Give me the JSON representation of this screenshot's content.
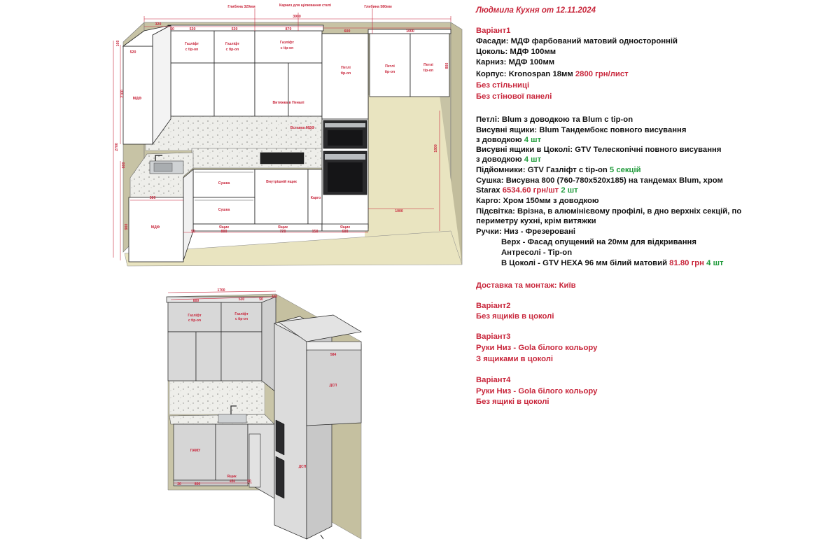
{
  "top_view": {
    "dims": {
      "overall": "3900",
      "upper_depth": "Глибина 320мм",
      "cornice_note": "Карниз для щілювання стелі",
      "tall_depth": "Глибина 580мм",
      "w320": "320",
      "w50": "50",
      "w530a": "530",
      "w530b": "530",
      "w870": "870",
      "w600": "600",
      "w1000": "1000",
      "h100": "100",
      "h520": "520",
      "h2100": "2100",
      "h2700": "2700",
      "h600": "600",
      "h900": "900",
      "h800r": "800",
      "h1800": "1800",
      "w580": "580",
      "b50a": "50",
      "b800": "800",
      "b720": "720",
      "b150": "150",
      "b600": "600",
      "b1000": "1000"
    },
    "labels": {
      "mdf_tall": "МДФ",
      "gaz1a": "Газліфт",
      "gaz1b": "с tip-on",
      "gaz2a": "Газліфт",
      "gaz2b": "с tip-on",
      "gaz3a": "Газліфт",
      "gaz3b": "с tip-on",
      "vytyazhka": "Витяжка в Пеналі",
      "vstavka": "Вставка МДФ",
      "tip1a": "Петлі",
      "tip1b": "tip-on",
      "tip2a": "Петлі",
      "tip2b": "tip-on",
      "tip3a": "Петлі",
      "tip3b": "tip-on",
      "sushka1": "Сушка",
      "vnutr": "Внутрішній ящик",
      "sushka2": "Сушка",
      "kargo": "Карго",
      "yashchyk1": "Ящик",
      "yashchyk2": "Ящик",
      "yashchyk3": "Ящик",
      "mdf_low": "МДФ"
    }
  },
  "bottom_view": {
    "dims": {
      "w1700": "1700",
      "w800": "800",
      "w530": "530",
      "w50": "50",
      "w320": "320",
      "w584": "584",
      "b20": "20",
      "b800": "800",
      "b450": "450",
      "b50": "50"
    },
    "labels": {
      "gaz1a": "Газліфт",
      "gaz1b": "с tip-on",
      "gaz2a": "Газліфт",
      "gaz2b": "с tip-on",
      "dsp_top": "ДСП",
      "dsp_tall": "ДСП",
      "pamy": "ПАМУ",
      "yashchyk": "Ящик"
    }
  },
  "spec": {
    "title": "Людмила Кухня от 12.11.2024",
    "v1_header": "Варіант1",
    "facades": "Фасади: МДФ фарбований матовий односторонній",
    "plinth": "Цоколь: МДФ 100мм",
    "cornice": "Карниз: МДФ 100мм",
    "corpus_label": "Корпус: Kronospan 18мм",
    "corpus_price": "2800 грн/лист",
    "no_worktop": "Без стільниці",
    "no_wallpanel": "Без стінової панелі",
    "hinges": "Петлі: Blum з доводкою та Blum с tip-on",
    "drawers_a": "Висувні ящики: Blum Тандембокс повного висування",
    "drawers_b": "з доводкою",
    "drawers_qty": "4 шт",
    "plinth_drawers_a": "Висувні ящики в Цоколі: GTV Телескопічні повного висування",
    "plinth_drawers_b": "з доводкою",
    "plinth_drawers_qty": "4 шт",
    "lifts_label": "Підйомники: GTV Газліфт с tip-on",
    "lifts_qty": "5 секцій",
    "dryer_a": "Сушка: Висувна 800 (760-780x520x185) на тандемах Blum, хром",
    "dryer_b": "Starax",
    "dryer_price": "6534.60 грн/шт",
    "dryer_qty": "2 шт",
    "cargo": "Карго: Хром 150мм з доводкою",
    "light_a": "Підсвітка: Врізна, в алюмінієвому профілі, в дно верхніх секцій, по",
    "light_b": "периметру кухні, крім витяжки",
    "handles_a": "Ручки: Низ - Фрезеровані",
    "handles_b": "Верх - Фасад опущений на 20мм для відкривання",
    "handles_c": "Антресолі - Tip-on",
    "handles_d": "В Цоколі - GTV HEXA 96 мм білий матовий",
    "handles_price": "81.80 грн",
    "handles_qty": "4 шт",
    "delivery": "Доставка та монтаж: Київ",
    "v2_header": "Варіант2",
    "v2_text": "Без ящиків в цоколі",
    "v3_header": "Варіант3",
    "v3_text1": "Руки Низ - Gola білого кольору",
    "v3_text2": "З ящиками в цоколі",
    "v4_header": "Варіант4",
    "v4_text1": "Руки Низ - Gola білого кольору",
    "v4_text2": "Без ящикі в цоколі"
  },
  "colors": {
    "wall": "#c7c3a5",
    "floor": "#e9e4c0",
    "cabinet": "#ffffff",
    "grey_cabinet": "#d3d3d3",
    "dim": "#c8263b",
    "line": "#2a2a2a"
  }
}
